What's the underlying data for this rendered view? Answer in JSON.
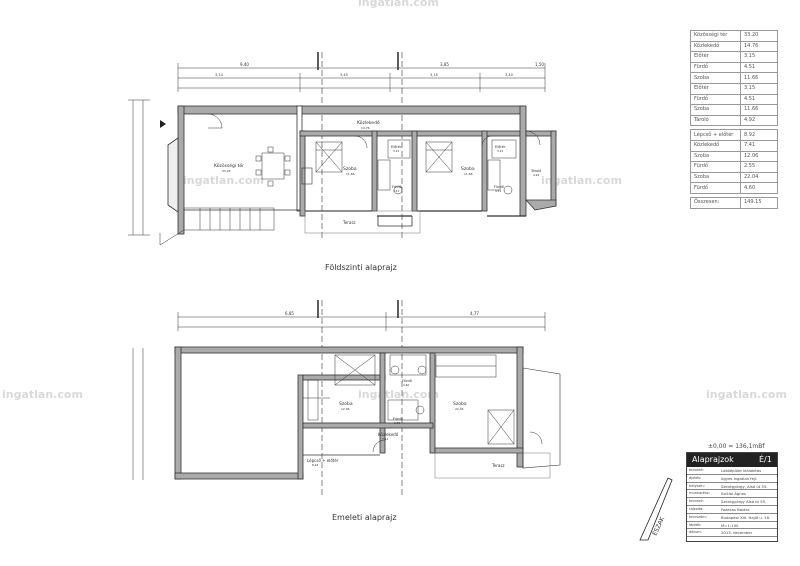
{
  "watermark": "ingatlan.com",
  "plans": {
    "ground": {
      "title": "Földszinti alaprajz",
      "dims_top": [
        "9,40",
        "3,85",
        "1,50"
      ],
      "dims_second": [
        "3,14",
        "3,45",
        "3,15",
        "3,40"
      ],
      "rooms": [
        {
          "name": "Közlekedő",
          "area": "14,76"
        },
        {
          "name": "Közösségi tér",
          "area": "33,20"
        },
        {
          "name": "Szoba",
          "area": "11,66"
        },
        {
          "name": "Szoba",
          "area": "11,66"
        },
        {
          "name": "Előtér",
          "area": "3,15"
        },
        {
          "name": "Előtér",
          "area": "3,15"
        },
        {
          "name": "Fürdő",
          "area": "4,51"
        },
        {
          "name": "Fürdő",
          "area": "4,51"
        },
        {
          "name": "Tároló",
          "area": "4,92"
        },
        {
          "name": "Terasz",
          "area": ""
        }
      ]
    },
    "upper": {
      "title": "Emeleti alaprajz",
      "dims_top": [
        "6,85",
        "4,77"
      ],
      "rooms": [
        {
          "name": "Szoba",
          "area": "12,06"
        },
        {
          "name": "Szoba",
          "area": "22,04"
        },
        {
          "name": "Fürdő",
          "area": "4,60"
        },
        {
          "name": "Fürdő",
          "area": "2,55"
        },
        {
          "name": "Közlekedő",
          "area": "7,41"
        },
        {
          "name": "Lépcső + előtér",
          "area": "8,92"
        },
        {
          "name": "Terasz",
          "area": ""
        }
      ]
    }
  },
  "area_table": {
    "ground": [
      {
        "name": "Közösségi tér",
        "value": "33.20"
      },
      {
        "name": "Közlekedő",
        "value": "14.76"
      },
      {
        "name": "Előtér",
        "value": "3.15"
      },
      {
        "name": "Fürdő",
        "value": "4.51"
      },
      {
        "name": "Szoba",
        "value": "11.66"
      },
      {
        "name": "Előtér",
        "value": "3.15"
      },
      {
        "name": "Fürdő",
        "value": "4.51"
      },
      {
        "name": "Szoba",
        "value": "11.66"
      },
      {
        "name": "Tároló",
        "value": "4.92"
      }
    ],
    "upper": [
      {
        "name": "Lépcső + előtér",
        "value": "8.92"
      },
      {
        "name": "Közlekedő",
        "value": "7.41"
      },
      {
        "name": "Szoba",
        "value": "12.06"
      },
      {
        "name": "Fürdő",
        "value": "2.55"
      },
      {
        "name": "Szoba",
        "value": "22.04"
      },
      {
        "name": "Fürdő",
        "value": "4.60"
      }
    ],
    "total_label": "Összesen:",
    "total_value": "149.15"
  },
  "scale_note": "±0,00 = 136,1mBf",
  "title_block": {
    "heading": "Alaprajzok",
    "sheet_no": "É/1",
    "north": "ÉSZAK",
    "rows": [
      {
        "k": "tervező:",
        "v": "Lakóépület kialakítás"
      },
      {
        "k": "építés:",
        "v": "ügyes ingatlan fejl."
      },
      {
        "k": "helyszín:",
        "v": "Szentgyörgy, Alsó út 55."
      },
      {
        "k": "munkarész:",
        "v": "Sziklai Ágnes"
      },
      {
        "k": "tervező:",
        "v": "Szentgyörgy Alsó út 55."
      },
      {
        "k": "rajzolta:",
        "v": "Fazekas Balázs"
      },
      {
        "k": "tervszám:",
        "v": "Budapest XIII. Hajló u. 16."
      },
      {
        "k": "lépték:",
        "v": "M=1:100"
      },
      {
        "k": "dátum:",
        "v": "2013. december"
      }
    ]
  }
}
